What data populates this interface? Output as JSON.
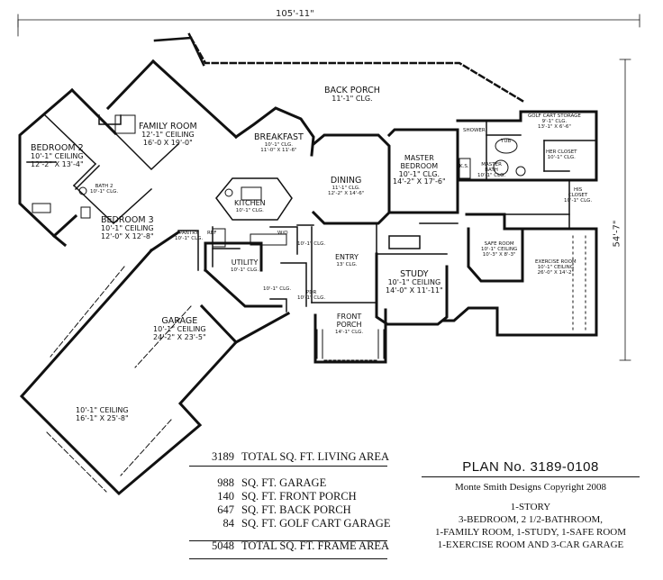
{
  "dimensions": {
    "overall_width": "105'-11\"",
    "overall_depth": "54'-7\""
  },
  "rooms": {
    "back_porch": {
      "name": "BACK PORCH",
      "detail": "11'-1\" CLG."
    },
    "family_room": {
      "name": "FAMILY ROOM",
      "detail1": "12'-1\" CEILING",
      "detail2": "16'-0 X 19'-0\""
    },
    "breakfast": {
      "name": "BREAKFAST",
      "detail1": "10'-1\" CLG.",
      "detail2": "11'-0\" X 11'-6\""
    },
    "bedroom2": {
      "name": "BEDROOM 2",
      "detail1": "10'-1\" CEILING",
      "detail2": "12'-2\" X 13'-4\""
    },
    "bath2": {
      "name": "BATH 2",
      "detail": "10'-1\" CLG."
    },
    "bedroom3": {
      "name": "BEDROOM 3",
      "detail1": "10'-1\" CEILING",
      "detail2": "12'-0\" X 12'-8\""
    },
    "kitchen": {
      "name": "KITCHEN",
      "detail": "10'-1\" CLG."
    },
    "pantry": {
      "name": "PANTRY",
      "detail": "10'-1\" CLG."
    },
    "ref": "REF",
    "wo": "W/O",
    "utility": {
      "name": "UTILITY",
      "detail": "10'-1\" CLG."
    },
    "dining": {
      "name": "DINING",
      "detail1": "11'-1\" CLG.",
      "detail2": "12'-2\" X 14'-6\""
    },
    "master_bedroom": {
      "name": "MASTER",
      "name2": "BEDROOM",
      "detail1": "10'-1\" CLG.",
      "detail2": "14'-2\" X 17'-6\""
    },
    "master_bath": {
      "name": "MASTER",
      "name2": "BATH",
      "detail": "10'-1\" CLG."
    },
    "shower": "SHOWER",
    "tub": "TUB",
    "ks": "K.S.",
    "golf_cart_storage": {
      "name": "GOLF CART STORAGE",
      "detail1": "9'-1\" CLG.",
      "detail2": "13'-1\" X 6'-6\""
    },
    "her_closet": {
      "name": "HER CLOSET",
      "detail": "10'-1\" CLG."
    },
    "his_closet": {
      "name": "HIS",
      "name2": "CLOSET",
      "detail": "10'-1\" CLG."
    },
    "safe_room": {
      "name": "SAFE ROOM",
      "detail1": "10'-1\" CEILING",
      "detail2": "10'-3\" X 8'-3\""
    },
    "exercise_room": {
      "name": "EXERCISE ROOM",
      "detail1": "10'-1\" CEILING",
      "detail2": "26'-0\" X 14'-2\""
    },
    "entry": {
      "name": "ENTRY",
      "detail": "13' CLG."
    },
    "study": {
      "name": "STUDY",
      "detail1": "10'-1\" CEILING",
      "detail2": "14'-0\" X 11'-11\""
    },
    "hall_clg": "10'-1\" CLG.",
    "hall_clg2": "10'-1\" CLG.",
    "pdr": {
      "name": "PDR",
      "detail": "10'-1\" CLG."
    },
    "front_porch": {
      "name": "FRONT",
      "name2": "PORCH",
      "detail": "14'-1\" CLG."
    },
    "garage": {
      "name": "GARAGE",
      "detail1": "10'-1\" CEILING",
      "detail2": "24'-2\" X 23'-5\""
    },
    "golf_garage": {
      "detail1": "10'-1\" CEILING",
      "detail2": "16'-1\" X 25'-8\""
    }
  },
  "stats": {
    "living": {
      "value": "3189",
      "label": "TOTAL SQ. FT. LIVING AREA"
    },
    "items": [
      {
        "value": "988",
        "label": "SQ. FT. GARAGE"
      },
      {
        "value": "140",
        "label": "SQ. FT. FRONT PORCH"
      },
      {
        "value": "647",
        "label": "SQ. FT. BACK PORCH"
      },
      {
        "value": "84",
        "label": "SQ. FT. GOLF CART GARAGE"
      }
    ],
    "frame": {
      "value": "5048",
      "label": "TOTAL SQ. FT. FRAME AREA"
    }
  },
  "plan_info": {
    "plan_no": "PLAN No. 3189-0108",
    "copyright": "Monte Smith Designs Copyright 2008",
    "line1": "1-STORY",
    "line2": "3-BEDROOM, 2 1/2-BATHROOM,",
    "line3": "1-FAMILY ROOM, 1-STUDY, 1-SAFE ROOM",
    "line4": "1-EXERCISE ROOM AND 3-CAR GARAGE"
  }
}
